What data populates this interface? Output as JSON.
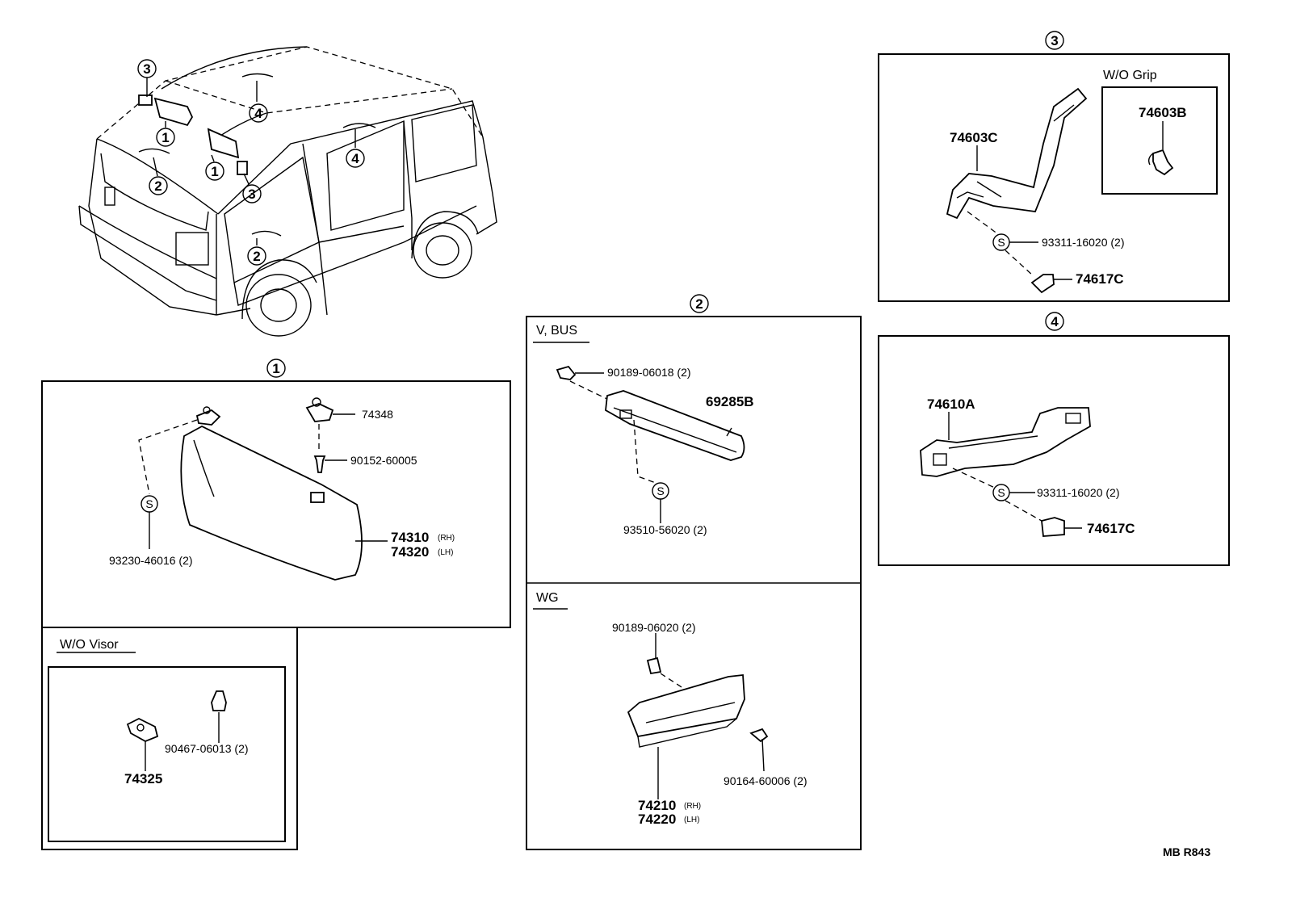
{
  "refs": {
    "r1": "1",
    "r2": "2",
    "r3": "3",
    "r4": "4",
    "s": "S"
  },
  "sections": {
    "wo_visor": "W/O  Visor",
    "v_bus": "V, BUS",
    "wg": "WG",
    "wo_grip": "W/O Grip"
  },
  "parts": {
    "p74348": "74348",
    "p90152": "90152-60005",
    "p93230": "93230-46016 (2)",
    "p74310": "74310",
    "p74320": "74320",
    "rh": "(RH)",
    "lh": "(LH)",
    "p74325": "74325",
    "p90467": "90467-06013 (2)",
    "p90189a": "90189-06018 (2)",
    "p69285": "69285B",
    "p93510": "93510-56020 (2)",
    "p90189b": "90189-06020 (2)",
    "p90164": "90164-60006 (2)",
    "p74210": "74210",
    "p74220": "74220",
    "p74603c": "74603C",
    "p74603b": "74603B",
    "p93311a": "93311-16020 (2)",
    "p74617a": "74617C",
    "p74610": "74610A",
    "p93311b": "93311-16020 (2)",
    "p74617b": "74617C"
  },
  "footer": {
    "code": "MB  R843"
  }
}
